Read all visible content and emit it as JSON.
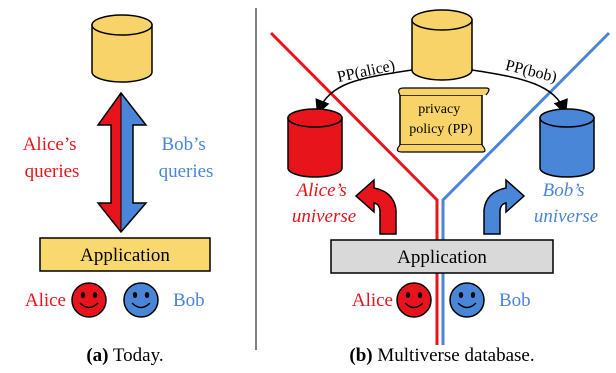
{
  "left": {
    "alice_queries": [
      "Alice’s",
      "queries"
    ],
    "bob_queries": [
      "Bob’s",
      "queries"
    ],
    "application_label": "Application",
    "alice_label": "Alice",
    "bob_label": "Bob",
    "caption_tag": "(a)",
    "caption_text": " Today."
  },
  "right": {
    "pp_alice": "PP(alice)",
    "pp_bob": "PP(bob)",
    "privacy_policy": [
      "privacy",
      "policy (PP)"
    ],
    "alice_universe": [
      "Alice’s",
      "universe"
    ],
    "bob_universe": [
      "Bob’s",
      "universe"
    ],
    "application_label": "Application",
    "alice_label": "Alice",
    "bob_label": "Bob",
    "caption_tag": "(b)",
    "caption_text": " Multiverse database."
  },
  "colors": {
    "alice": "#e8141c",
    "bob": "#4a86d8",
    "db_yellow": "#f7d36a",
    "app_yellow": "#f9d870",
    "app_gray": "#d9d9d9"
  }
}
